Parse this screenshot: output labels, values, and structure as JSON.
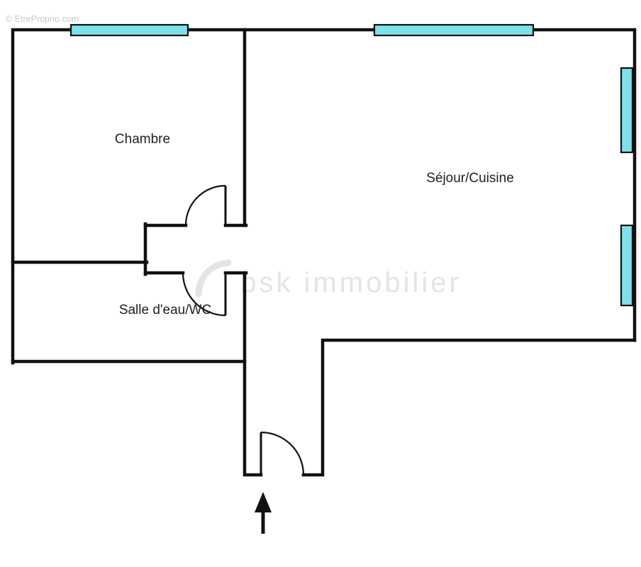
{
  "watermarks": {
    "copyright": "© EtreProprio.com",
    "agency": "bsk immobilier"
  },
  "rooms": {
    "chambre": "Chambre",
    "sejour": "Séjour/Cuisine",
    "salle_eau": "Salle d'eau/WC"
  },
  "icons": {
    "entrance_arrow": "up-arrow marking entrance",
    "window_symbol": "cyan window bar",
    "door_symbol": "quarter-circle door swing"
  },
  "colors": {
    "background": "#ffffff",
    "wall": "#111111",
    "window": "#7ee1e9",
    "label": "#1f1f1f",
    "watermark-corner": "#c9c9c9",
    "watermark-center": "#e4e4e4"
  }
}
